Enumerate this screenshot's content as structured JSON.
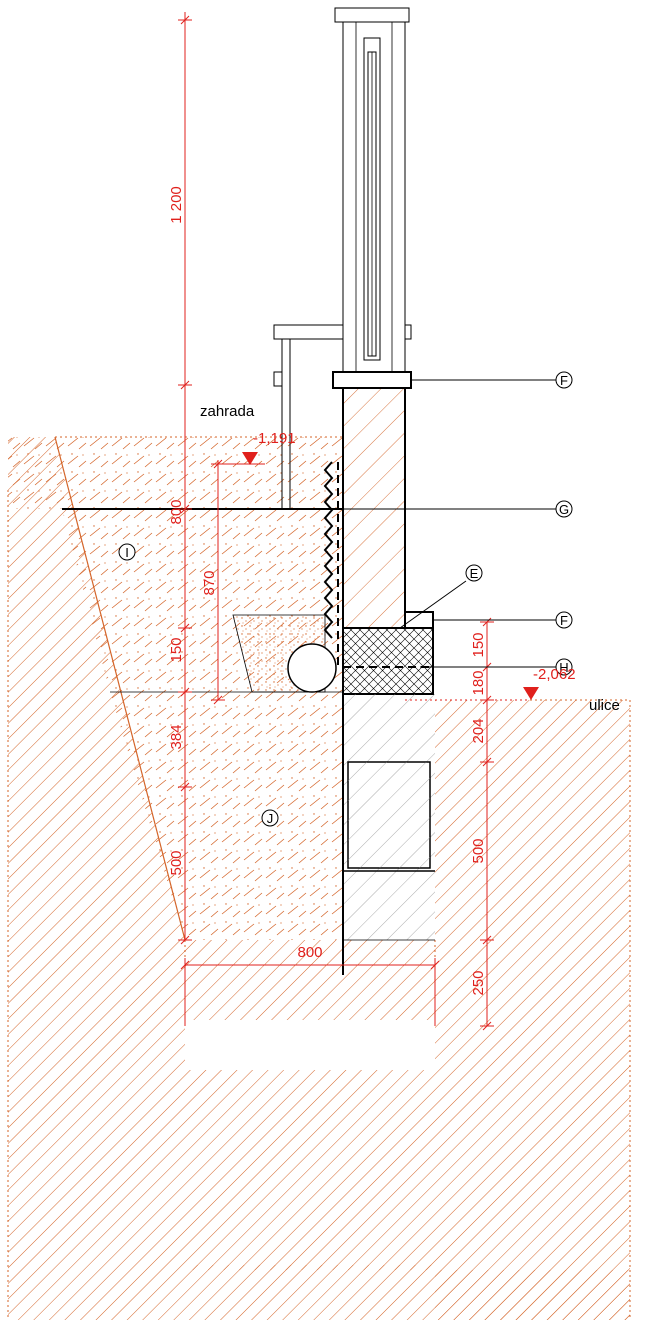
{
  "labels": {
    "garden": "zahrada",
    "street": "ulice",
    "level_garden": "-1,191",
    "level_street": "-2,062"
  },
  "dimensions": {
    "post_height": "1 200",
    "left_800": "800",
    "left_870": "870",
    "left_150": "150",
    "left_384": "384",
    "left_500": "500",
    "right_150": "150",
    "right_180": "180",
    "right_204": "204",
    "right_500": "500",
    "right_250": "250",
    "footing_width": "800"
  },
  "callouts": {
    "f_top": "F",
    "g": "G",
    "e": "E",
    "f_mid": "F",
    "h": "H",
    "i": "I",
    "j": "J"
  },
  "colors": {
    "dimension": "#e0201c",
    "hatch": "#d4652a",
    "line": "#000000"
  }
}
